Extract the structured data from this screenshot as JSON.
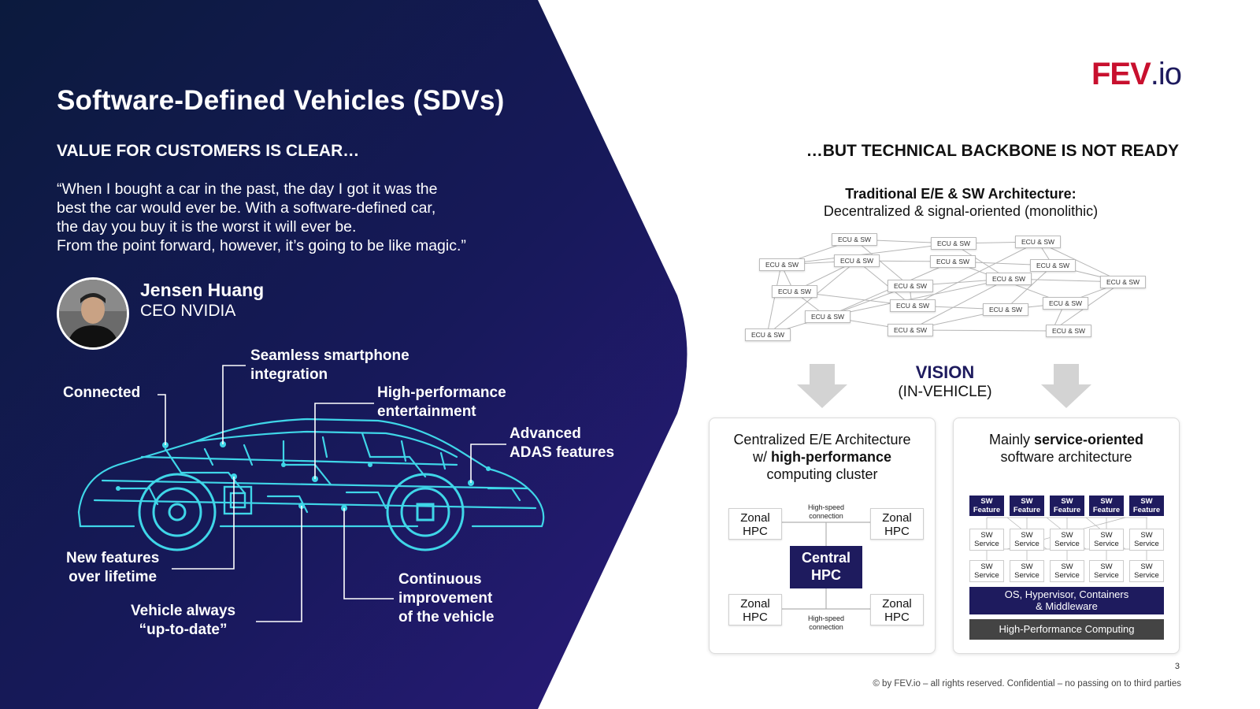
{
  "left": {
    "title": "Software-Defined Vehicles (SDVs)",
    "subtitle": "VALUE FOR CUSTOMERS IS CLEAR…",
    "quote_lines": [
      "“When I bought a car in the past, the day I got it was the",
      "best the car would ever be. With a software-defined car,",
      "the day you buy it is the worst it will ever be.",
      "From the point forward, however, it’s going to be like magic.”"
    ],
    "person": {
      "name": "Jensen Huang",
      "role": "CEO NVIDIA"
    },
    "car_labels": {
      "connected": "Connected",
      "smartphone": [
        "Seamless smartphone",
        "integration"
      ],
      "entertainment": [
        "High-performance",
        "entertainment"
      ],
      "adas": [
        "Advanced",
        "ADAS features"
      ],
      "new_features": [
        "New features",
        "over lifetime"
      ],
      "up_to_date": [
        "Vehicle always",
        "“up-to-date”"
      ],
      "continuous": [
        "Continuous",
        "improvement",
        "of the vehicle"
      ]
    }
  },
  "right": {
    "logo_main": "FEV",
    "logo_suffix": ".io",
    "subtitle": "…BUT TECHNICAL BACKBONE IS NOT READY",
    "traditional_title": "Traditional E/E & SW Architecture:",
    "traditional_sub": "Decentralized & signal-oriented (monolithic)",
    "ecu_label": "ECU & SW",
    "vision_title": "VISION",
    "vision_sub": "(IN-VEHICLE)",
    "card_left": {
      "line1": "Centralized E/E Architecture",
      "line2_pre": "w/ ",
      "line2_bold": "high-performance",
      "line3": "computing cluster",
      "zonal": [
        "Zonal",
        "HPC"
      ],
      "central": [
        "Central",
        "HPC"
      ],
      "conn": [
        "High-speed",
        "connection"
      ]
    },
    "card_right": {
      "line1_pre": "Mainly ",
      "line1_bold": "service-oriented",
      "line2": "software architecture",
      "feature": [
        "SW",
        "Feature"
      ],
      "service": [
        "SW",
        "Service"
      ],
      "os_layer": [
        "OS, Hypervisor, Containers",
        "& Middleware"
      ],
      "hpc_layer": "High-Performance Computing"
    }
  },
  "footer": {
    "page": "3",
    "copyright": "© by FEV.io – all rights reserved. Confidential – no passing on to third parties"
  },
  "colors": {
    "navy": "#1e1b5e",
    "brand_red": "#c8102e",
    "circuit_cyan": "#3fd6e8"
  }
}
